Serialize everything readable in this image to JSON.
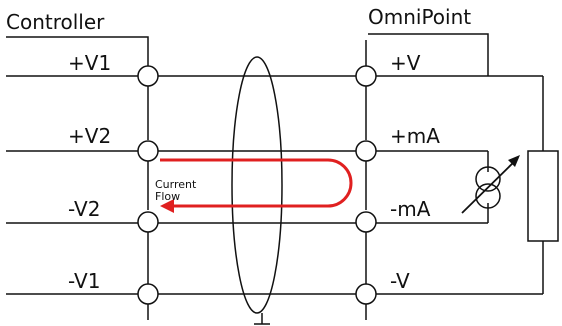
{
  "controller": {
    "title": "Controller",
    "terminals": [
      "+V1",
      "+V2",
      "-V2",
      "-V1"
    ]
  },
  "omnipoint": {
    "title": "OmniPoint",
    "terminals": [
      "+V",
      "+mA",
      "-mA",
      "-V"
    ]
  },
  "current_flow": {
    "label_line1": "Current",
    "label_line2": "Flow",
    "color": "#e02020"
  },
  "icons": [
    "cable-shield-ellipse",
    "ground-symbol",
    "variable-current-source-symbol",
    "resistor-symbol"
  ]
}
